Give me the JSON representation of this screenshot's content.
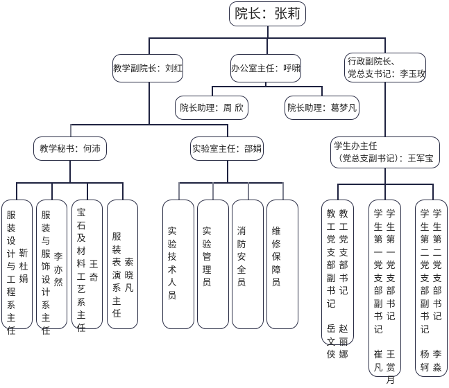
{
  "root": {
    "label": "院长：张莉"
  },
  "level2": [
    {
      "label": "教学副院长：刘红"
    },
    {
      "label": "办公室主任：呼啸"
    },
    {
      "line1": "行政副院长、",
      "line2": "党总支书记：李玉玫"
    }
  ],
  "assistants": [
    {
      "label": "院长助理：周 欣"
    },
    {
      "label": "院长助理：葛梦凡"
    }
  ],
  "level3": [
    {
      "label": "教学秘书：何沛"
    },
    {
      "label": "实验室主任：邵娟"
    },
    {
      "line1": "学生办主任",
      "line2": "（党总支副书记）：王军宝"
    }
  ],
  "teaching_leaves": [
    {
      "title": "服装设计与工程系主任",
      "name": "靳杜娟"
    },
    {
      "title": "服装与服饰设计系主任",
      "name": "李亦然"
    },
    {
      "title": "宝石及材料工艺系主任",
      "name": "王奇"
    },
    {
      "title": "服装表演系主任",
      "name": "索晓凡"
    }
  ],
  "lab_leaves": [
    {
      "title": "实验技术人员"
    },
    {
      "title": "实验管理员"
    },
    {
      "title": "消防安全员"
    },
    {
      "title": "维修保障员"
    }
  ],
  "student_leaves": [
    {
      "col1": "教工党支部副书记",
      "name1": "岳文侠",
      "col2": "教工党支部书记",
      "name2": "赵丽娜"
    },
    {
      "col1": "学生第一党支部副书记",
      "name1": "崔凡",
      "col2": "学生第一党支部书记",
      "name2": "王赏月"
    },
    {
      "col1": "学生第二党支部副书记",
      "name1": "杨轲",
      "col2": "学生第二党支部书记",
      "name2": "李淼"
    }
  ]
}
